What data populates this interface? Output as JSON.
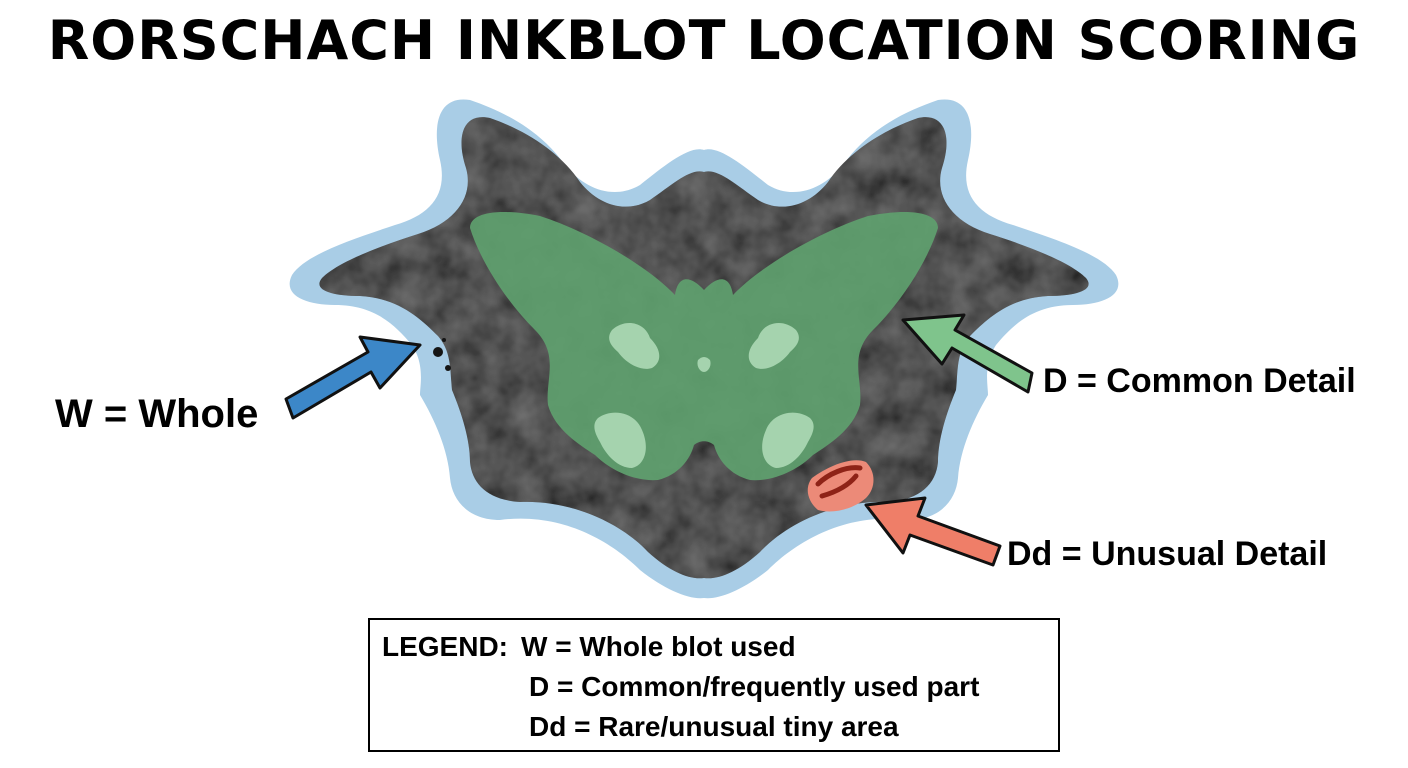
{
  "title": "RORSCHACH INKBLOT LOCATION SCORING",
  "labels": {
    "whole": "W = Whole",
    "common": "D = Common Detail",
    "unusual": "Dd = Unusual Detail"
  },
  "legend": {
    "title": "LEGEND:",
    "items": [
      "W = Whole blot used",
      "D = Common/frequently used part",
      "Dd = Rare/unusual tiny area"
    ]
  },
  "colors": {
    "whole_highlight": "#a9cde6",
    "ink": "#151515",
    "common_highlight": "#5f9f6e",
    "common_light": "#a5d3ae",
    "unusual_highlight": "#ec8a78",
    "unusual_dark": "#8e2317",
    "arrow_whole": "#3c87c8",
    "arrow_common": "#7fc48c",
    "arrow_unusual": "#ef7e68"
  }
}
